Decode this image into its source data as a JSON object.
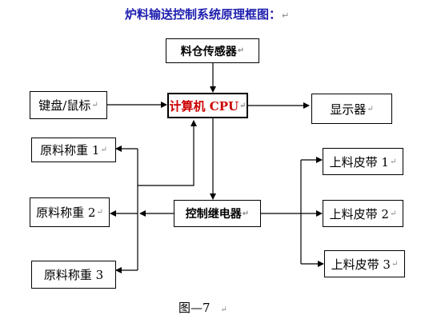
{
  "title": "炉料输送控制系统原理框图：",
  "para_mark": "↵",
  "nodes": {
    "sensor": "料仓传感器",
    "keyboard": "键盘/鼠标",
    "cpu": "计算机 CPU",
    "display": "显示器",
    "scale1": "原料称重 1",
    "scale2": "原料称重 2",
    "scale3": "原料称重 3",
    "relay": "控制继电器",
    "belt1": "上料皮带 1",
    "belt2": "上料皮带 2",
    "belt3": "上料皮带 3"
  },
  "caption": "图—7"
}
